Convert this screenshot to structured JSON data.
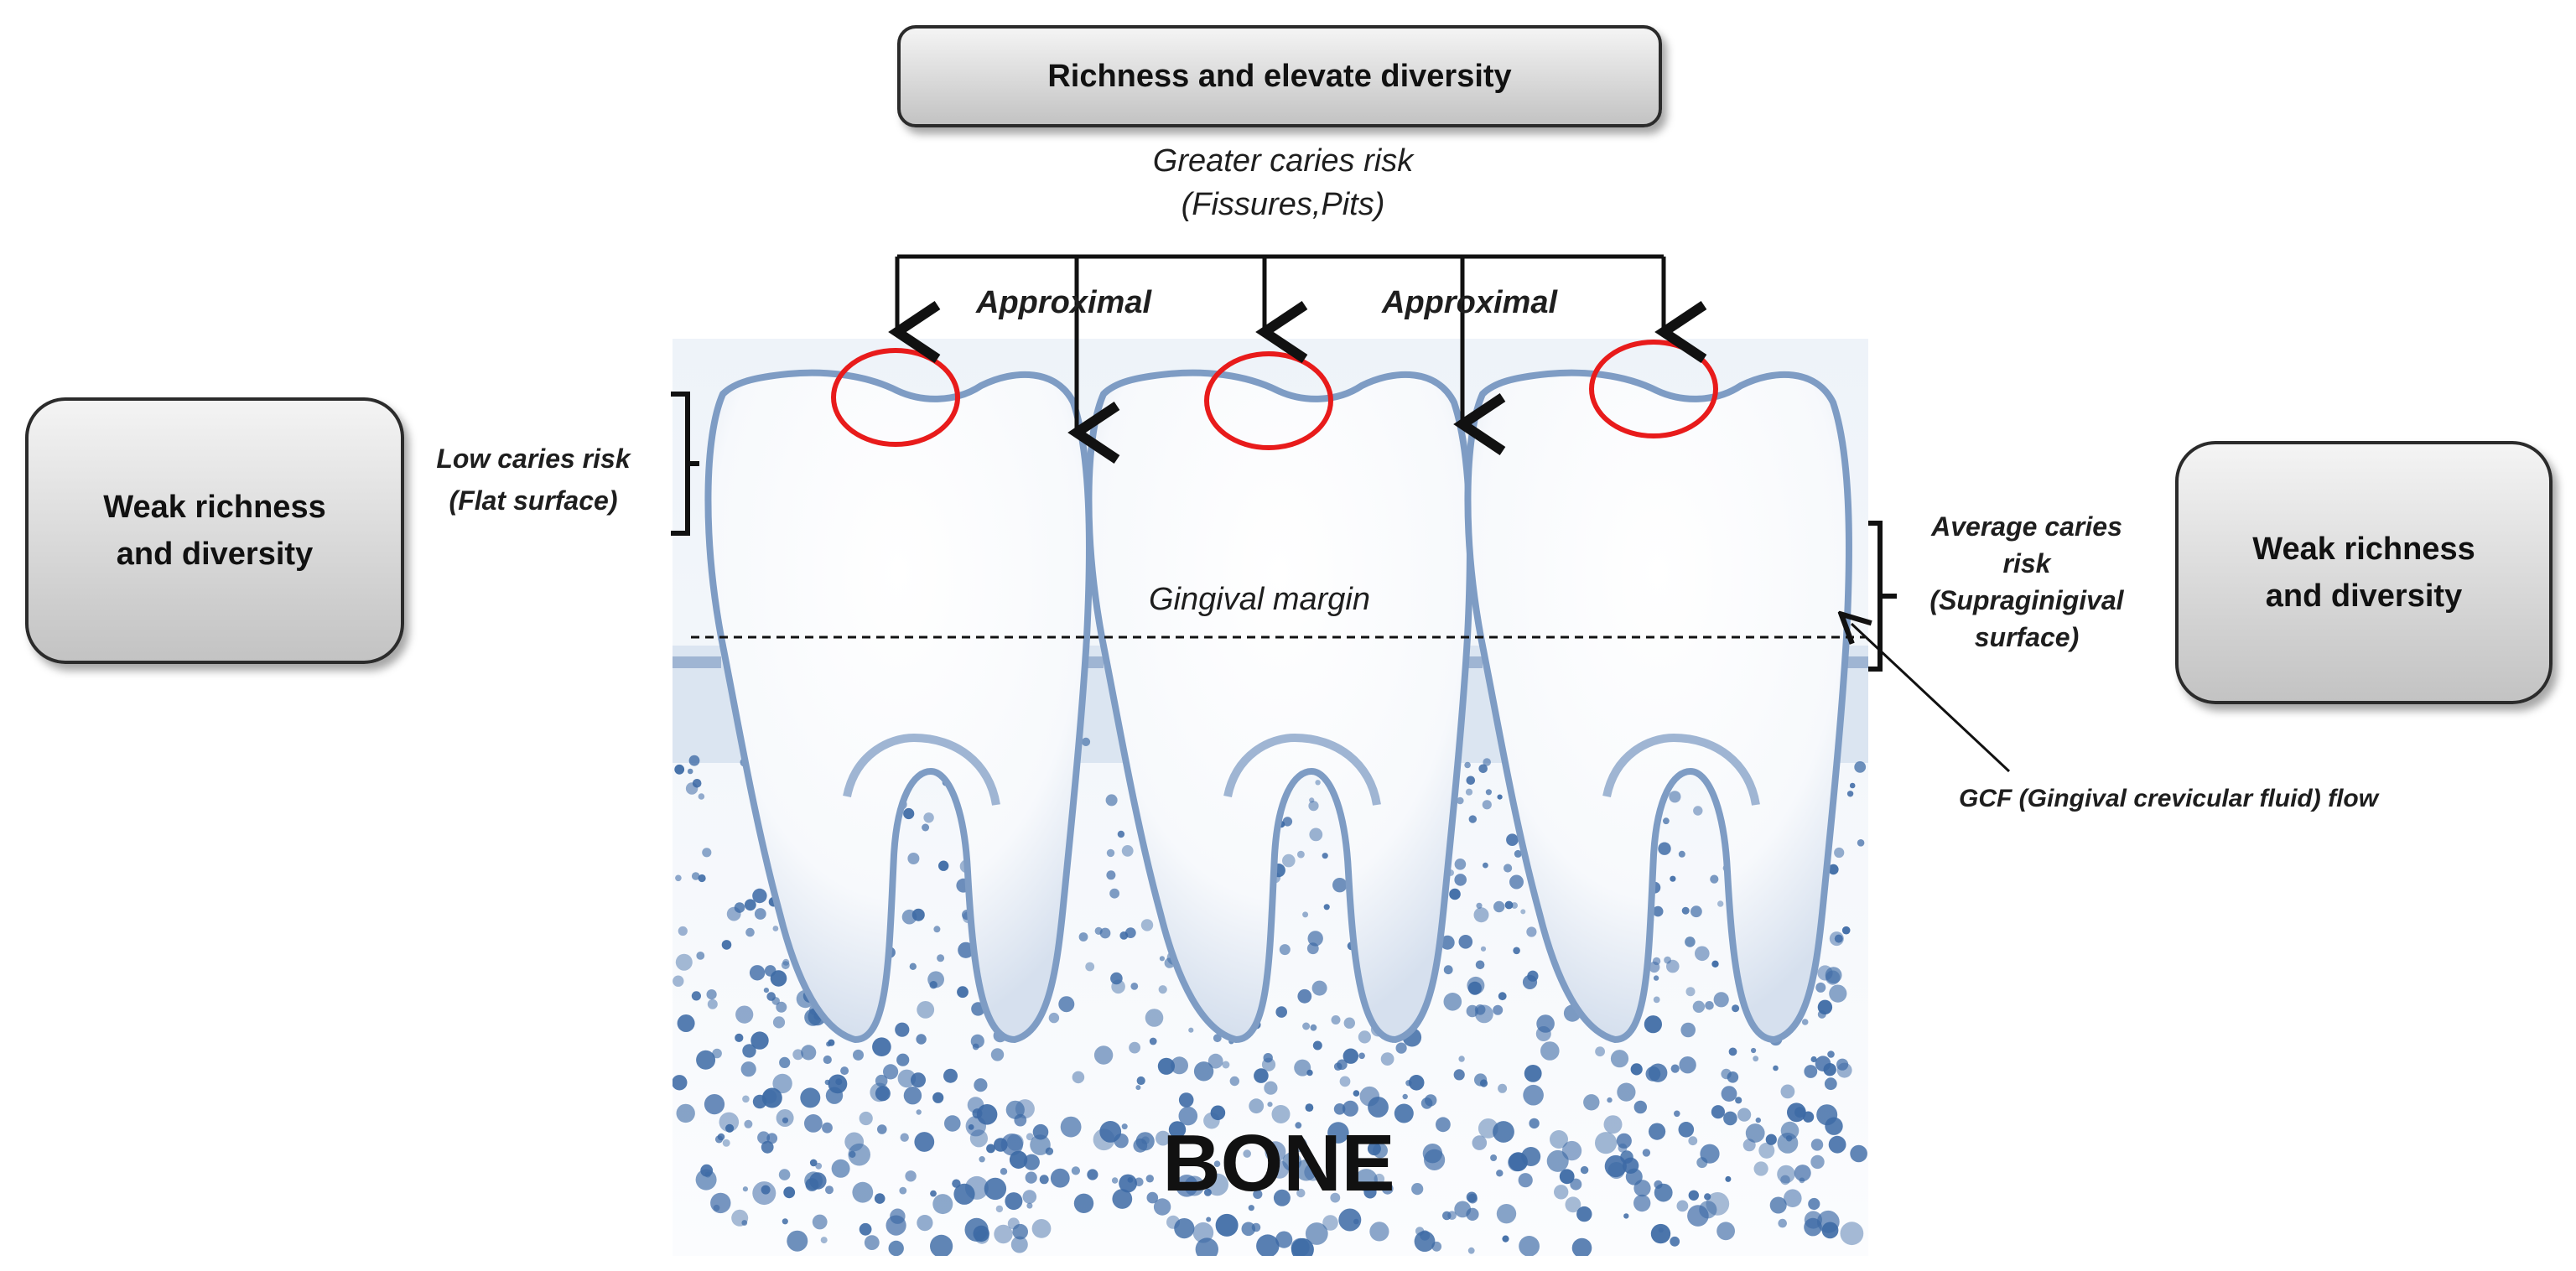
{
  "top_box": {
    "label": "Richness and elevate diversity"
  },
  "left_box": {
    "line1": "Weak richness",
    "line2": "and diversity"
  },
  "right_box": {
    "line1": "Weak richness",
    "line2": "and diversity"
  },
  "greater_risk": {
    "line1": "Greater caries risk",
    "line2": "(Fissures,Pits)"
  },
  "approximal": [
    "Approximal",
    "Approximal"
  ],
  "low_risk": {
    "line1": "Low caries risk",
    "line2": "(Flat surface)"
  },
  "average_risk": {
    "line1": "Average  caries",
    "line2": "risk",
    "line3": "(Supraginigival",
    "line4": "surface)"
  },
  "gingival_margin": "Gingival margin",
  "gcf_flow": "GCF (Gingival crevicular fluid)  flow",
  "bone_label": "BONE",
  "colors": {
    "tooth_outline": "#7e9cc4",
    "bone_dots": "#3d6aa5",
    "circle": "#e81b1b",
    "arrow": "#111111",
    "box_fill": "#d9d9d9"
  }
}
